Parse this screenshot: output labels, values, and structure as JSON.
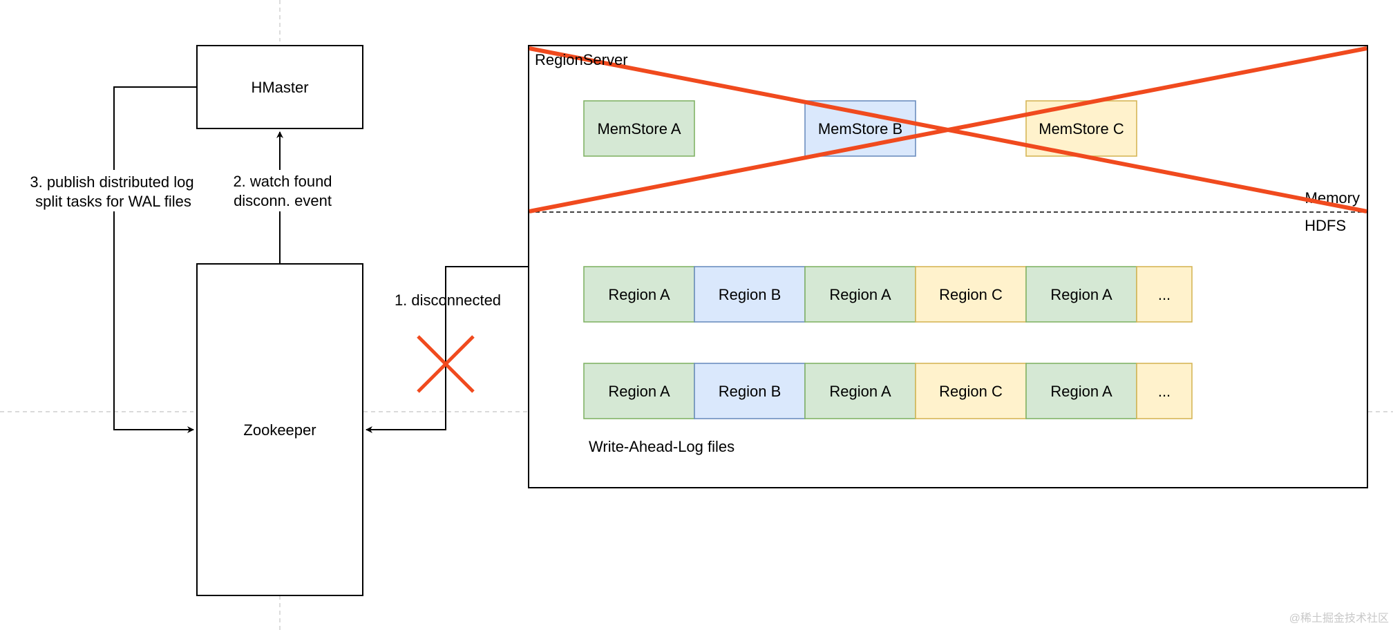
{
  "nodes": {
    "hmaster": "HMaster",
    "zookeeper": "Zookeeper",
    "regionserver": "RegionServer"
  },
  "edges": {
    "disconnected": "1. disconnected",
    "watch_line1": "2. watch found",
    "watch_line2": "disconn. event",
    "publish_line1": "3. publish distributed log",
    "publish_line2": "split tasks for WAL files"
  },
  "layers": {
    "memory": "Memory",
    "hdfs": "HDFS"
  },
  "memstores": [
    {
      "label": "MemStore A",
      "color": "green"
    },
    {
      "label": "MemStore B",
      "color": "blue"
    },
    {
      "label": "MemStore C",
      "color": "yellow"
    }
  ],
  "wal_rows": [
    [
      {
        "label": "Region A",
        "color": "green"
      },
      {
        "label": "Region B",
        "color": "blue"
      },
      {
        "label": "Region A",
        "color": "green"
      },
      {
        "label": "Region C",
        "color": "yellow"
      },
      {
        "label": "Region A",
        "color": "green"
      },
      {
        "label": "...",
        "color": "yellow"
      }
    ],
    [
      {
        "label": "Region A",
        "color": "green"
      },
      {
        "label": "Region B",
        "color": "blue"
      },
      {
        "label": "Region A",
        "color": "green"
      },
      {
        "label": "Region C",
        "color": "yellow"
      },
      {
        "label": "Region A",
        "color": "green"
      },
      {
        "label": "...",
        "color": "yellow"
      }
    ]
  ],
  "wal_caption": "Write-Ahead-Log files",
  "watermark": "@稀土掘金技术社区",
  "colors": {
    "green_fill": "#d5e8d4",
    "green_stroke": "#82b366",
    "blue_fill": "#dae8fc",
    "blue_stroke": "#6c8ebf",
    "yellow_fill": "#fff2cc",
    "yellow_stroke": "#d6b656",
    "cross": "#f04a1e"
  }
}
